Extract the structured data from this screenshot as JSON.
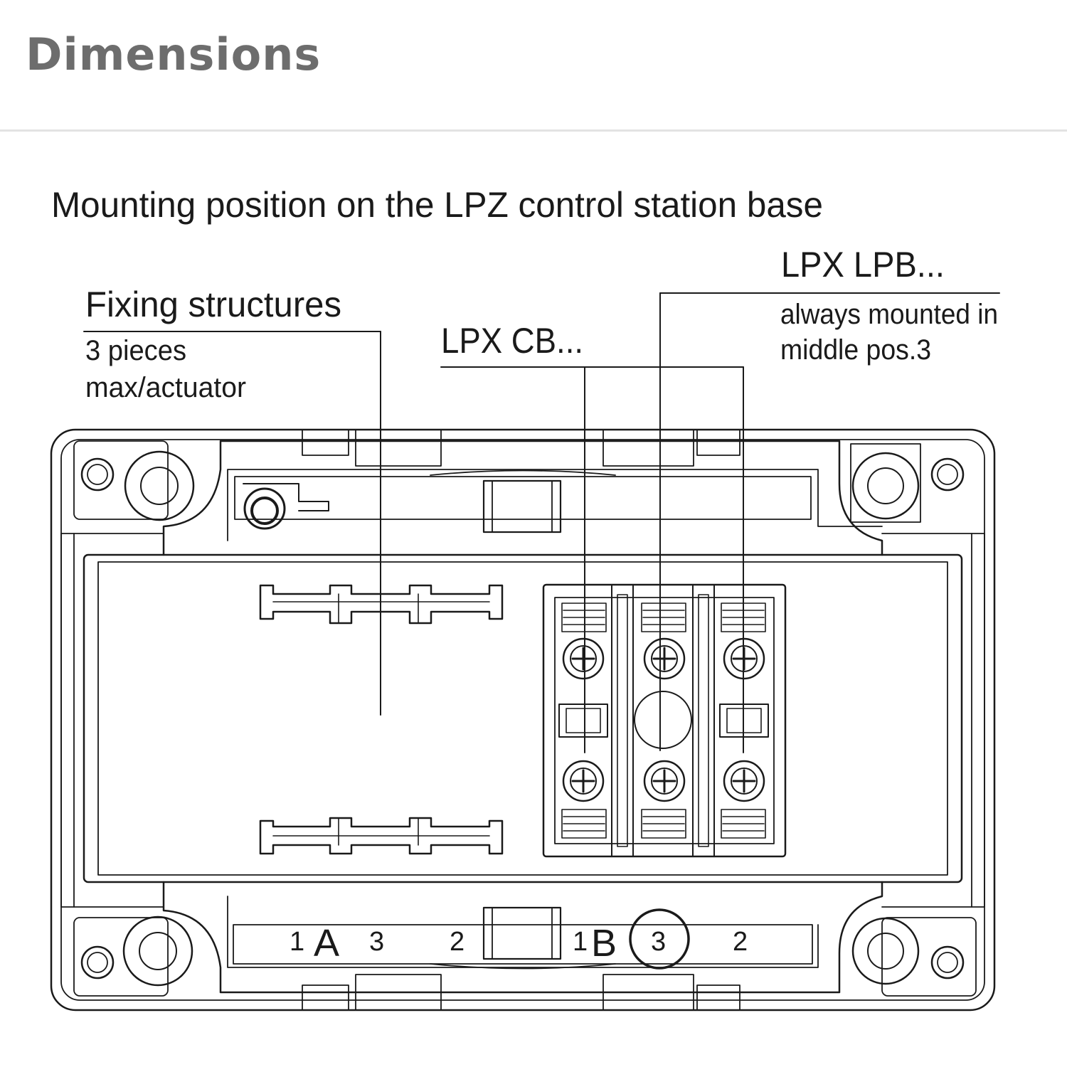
{
  "header": {
    "title": "Dimensions"
  },
  "drawing": {
    "caption": "Mounting position on the LPZ control station base",
    "callouts": {
      "fixing_title": "Fixing structures",
      "fixing_note_line1": "3 pieces",
      "fixing_note_line2": "max/actuator",
      "cb_title": "LPX CB...",
      "lpb_title": "LPX LPB...",
      "lpb_note_line1": "always mounted in",
      "lpb_note_line2": "middle pos.3"
    },
    "slots_a": {
      "group": "A",
      "positions": [
        "1",
        "3",
        "2"
      ]
    },
    "slots_b": {
      "group": "B",
      "positions": [
        "1",
        "3",
        "2"
      ],
      "highlighted": "3"
    }
  }
}
